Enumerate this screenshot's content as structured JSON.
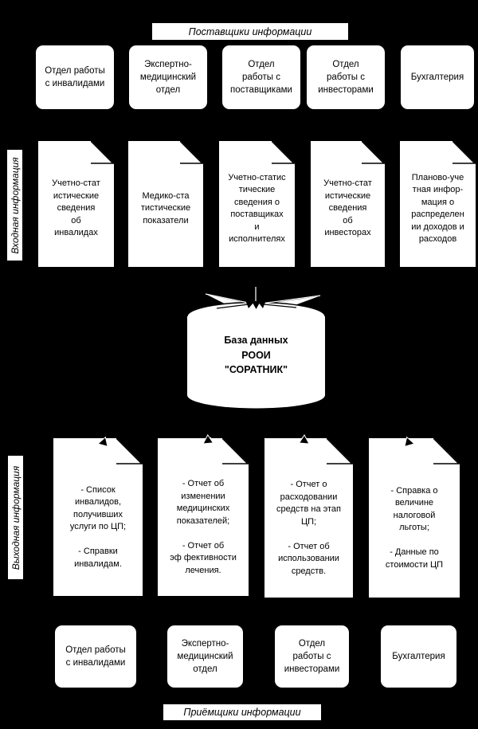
{
  "colors": {
    "background": "#000000",
    "shape_fill": "#ffffff",
    "line": "#000000"
  },
  "header_label": "Поставщики информации",
  "footer_label": "Приёмщики информации",
  "side_labels": {
    "input": "Входная информация",
    "output": "Выходная информация"
  },
  "suppliers": [
    "Отдел работы\nс инвалидами",
    "Экспертно-\nмедицинский\nотдел",
    "Отдел\nработы с\nпоставщиками",
    "Отдел\nработы с\nинвесторами",
    "Бухгалтерия"
  ],
  "input_documents": [
    "Учетно-стат\nистические\nсведения\nоб\nинвалидах",
    "Медико-ста\nтистические\nпоказатели",
    "Учетно-статис\nтические\nсведения о\nпоставщиках\nи\nисполнителях",
    "Учетно-стат\nистические\nсведения\nоб\nинвесторах",
    "Планово-уче\nтная инфор-\nмация о\nраспределен\nии доходов и\nрасходов"
  ],
  "database_label": "База данных\nРООИ\n\"СОРАТНИК\"",
  "output_documents": [
    "- Список\nинвалидов,\nполучивших\nуслуги по ЦП;\n\n- Справки\nинвалидам.",
    "- Отчет об\nизменении\nмедицинских\nпоказателей;\n\n- Отчет об\nэф фективности\nлечения.",
    "- Отчет о\nрасходовании\nсредств на этап\nЦП;\n\n- Отчет об\nиспользовании\nсредств.",
    "- Справка о\nвеличине\nналоговой\nльготы;\n\n- Данные по\nстоимости ЦП"
  ],
  "receivers": [
    "Отдел работы\nс инвалидами",
    "Экспертно-\nмедицинский\nотдел",
    "Отдел\nработы с\nинвесторами",
    "Бухгалтерия"
  ]
}
